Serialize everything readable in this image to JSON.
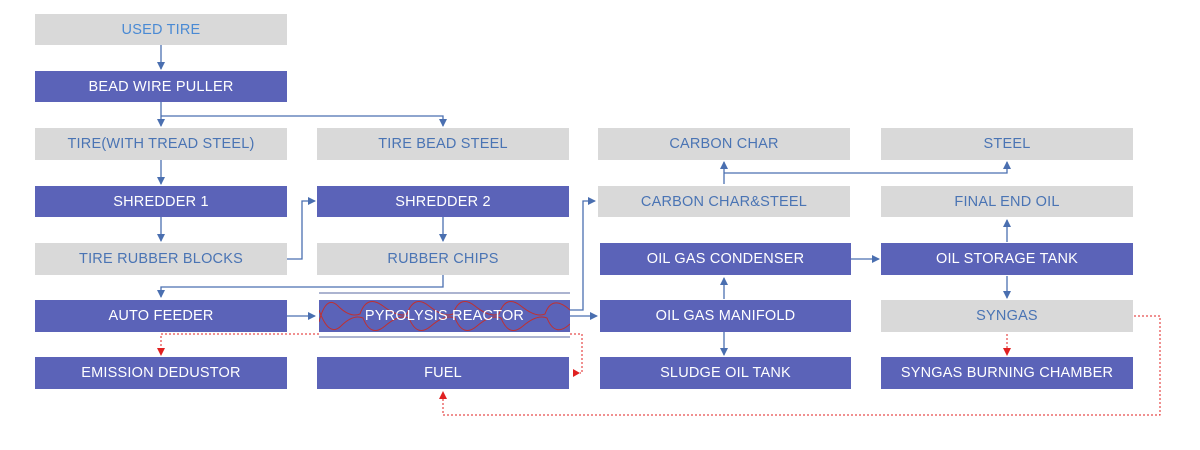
{
  "colors": {
    "grey_box": "#d9d9d9",
    "blue_box": "#5b63b8",
    "flow_line": "#4a6fb0",
    "red_line": "#e02020",
    "coil": "#c03030"
  },
  "nodes": {
    "used_tire": "USED TIRE",
    "bead_wire_puller": "BEAD WIRE PULLER",
    "tire_tread_steel": "TIRE(WITH TREAD STEEL)",
    "tire_bead_steel": "TIRE BEAD STEEL",
    "carbon_char": "CARBON CHAR",
    "steel": "STEEL",
    "shredder_1": "SHREDDER 1",
    "shredder_2": "SHREDDER 2",
    "carbon_char_steel": "CARBON CHAR&STEEL",
    "final_end_oil": "FINAL END OIL",
    "tire_rubber_blocks": "TIRE RUBBER BLOCKS",
    "rubber_chips": "RUBBER CHIPS",
    "oil_gas_condenser": "OIL GAS CONDENSER",
    "oil_storage_tank": "OIL STORAGE TANK",
    "auto_feeder": "AUTO FEEDER",
    "pyrolysis_reactor": "PYROLYSIS REACTOR",
    "oil_gas_manifold": "OIL GAS MANIFOLD",
    "syngas": "SYNGAS",
    "emission_dedustor": "EMISSION DEDUSTOR",
    "fuel": "FUEL",
    "sludge_oil_tank": "SLUDGE OIL TANK",
    "syngas_burning_chamber": "SYNGAS BURNING CHAMBER"
  }
}
